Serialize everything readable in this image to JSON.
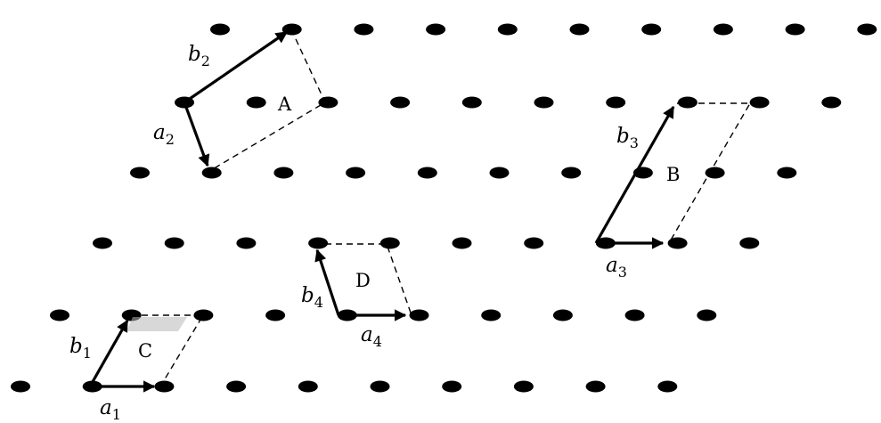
{
  "diagram": {
    "cells": [
      {
        "id": "A",
        "label": "A"
      },
      {
        "id": "B",
        "label": "B"
      },
      {
        "id": "C",
        "label": "C"
      },
      {
        "id": "D",
        "label": "D"
      }
    ],
    "vectors": [
      {
        "id": "a1",
        "letter": "a",
        "sub": "1"
      },
      {
        "id": "b1",
        "letter": "b",
        "sub": "1"
      },
      {
        "id": "a2",
        "letter": "a",
        "sub": "2"
      },
      {
        "id": "b2",
        "letter": "b",
        "sub": "2"
      },
      {
        "id": "a3",
        "letter": "a",
        "sub": "3"
      },
      {
        "id": "b3",
        "letter": "b",
        "sub": "3"
      },
      {
        "id": "a4",
        "letter": "a",
        "sub": "4"
      },
      {
        "id": "b4",
        "letter": "b",
        "sub": "4"
      }
    ]
  }
}
